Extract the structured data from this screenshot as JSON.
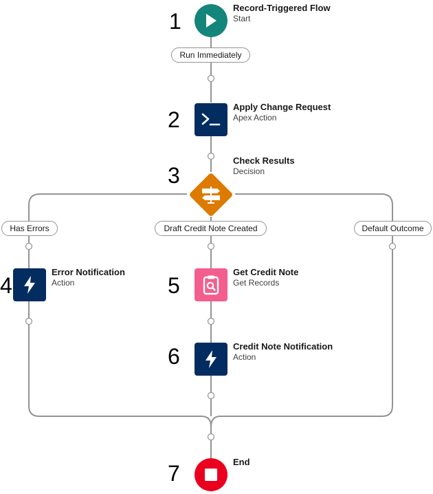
{
  "colors": {
    "start": "#14857a",
    "apex": "#032d60",
    "decision": "#dd7a01",
    "action": "#032d60",
    "get_records": "#f35e8f",
    "end": "#ea001e",
    "connector": "#939393"
  },
  "nodes": {
    "start": {
      "number": "1",
      "title": "Record-Triggered Flow",
      "subtitle": "Start",
      "icon": "play-icon"
    },
    "apply": {
      "number": "2",
      "title": "Apply Change Request",
      "subtitle": "Apex Action",
      "icon": "apex-terminal-icon"
    },
    "decision": {
      "number": "3",
      "title": "Check Results",
      "subtitle": "Decision",
      "icon": "decision-signpost-icon"
    },
    "error_notification": {
      "number": "4",
      "title": "Error Notification",
      "subtitle": "Action",
      "icon": "lightning-bolt-icon"
    },
    "get_credit_note": {
      "number": "5",
      "title": "Get Credit Note",
      "subtitle": "Get Records",
      "icon": "clipboard-search-icon"
    },
    "credit_note_notification": {
      "number": "6",
      "title": "Credit Note Notification",
      "subtitle": "Action",
      "icon": "lightning-bolt-icon"
    },
    "end": {
      "number": "7",
      "title": "End",
      "icon": "stop-square-icon"
    }
  },
  "connectors": {
    "run_immediately": "Run Immediately",
    "has_errors": "Has Errors",
    "draft_credit_note": "Draft Credit Note Created",
    "default_outcome": "Default Outcome"
  }
}
